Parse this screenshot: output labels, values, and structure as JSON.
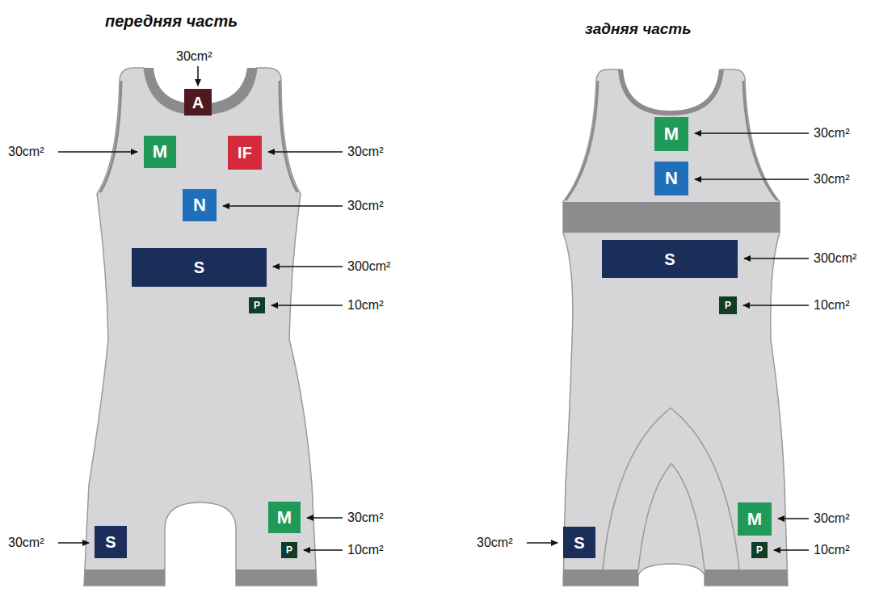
{
  "diagram": {
    "nodes": [
      {
        "text": [
          "A"
        ]
      },
      {
        "text": [
          "M"
        ]
      },
      {
        "text": [
          "IF"
        ]
      },
      {
        "text": [
          "N"
        ]
      },
      {
        "text": [
          "S"
        ]
      },
      {
        "text": [
          "P"
        ]
      },
      {
        "text": [
          "M"
        ]
      },
      {
        "text": [
          "P"
        ]
      },
      {
        "text": [
          "S"
        ]
      },
      {
        "text": [
          "M"
        ]
      },
      {
        "text": [
          "N"
        ]
      },
      {
        "text": [
          "S"
        ]
      },
      {
        "text": [
          "P"
        ]
      },
      {
        "text": [
          "M"
        ]
      },
      {
        "text": [
          "P"
        ]
      },
      {
        "text": [
          "S"
        ]
      }
    ],
    "labels": [
      "передняя часть",
      "задняя часть",
      "30cm²",
      "30cm²",
      "30cm²",
      "30cm²",
      "300cm²",
      "10cm²",
      "30cm²",
      "10cm²",
      "30cm²",
      "30cm²",
      "30cm²",
      "300cm²",
      "10cm²",
      "30cm²",
      "10cm²",
      "30cm²"
    ]
  }
}
